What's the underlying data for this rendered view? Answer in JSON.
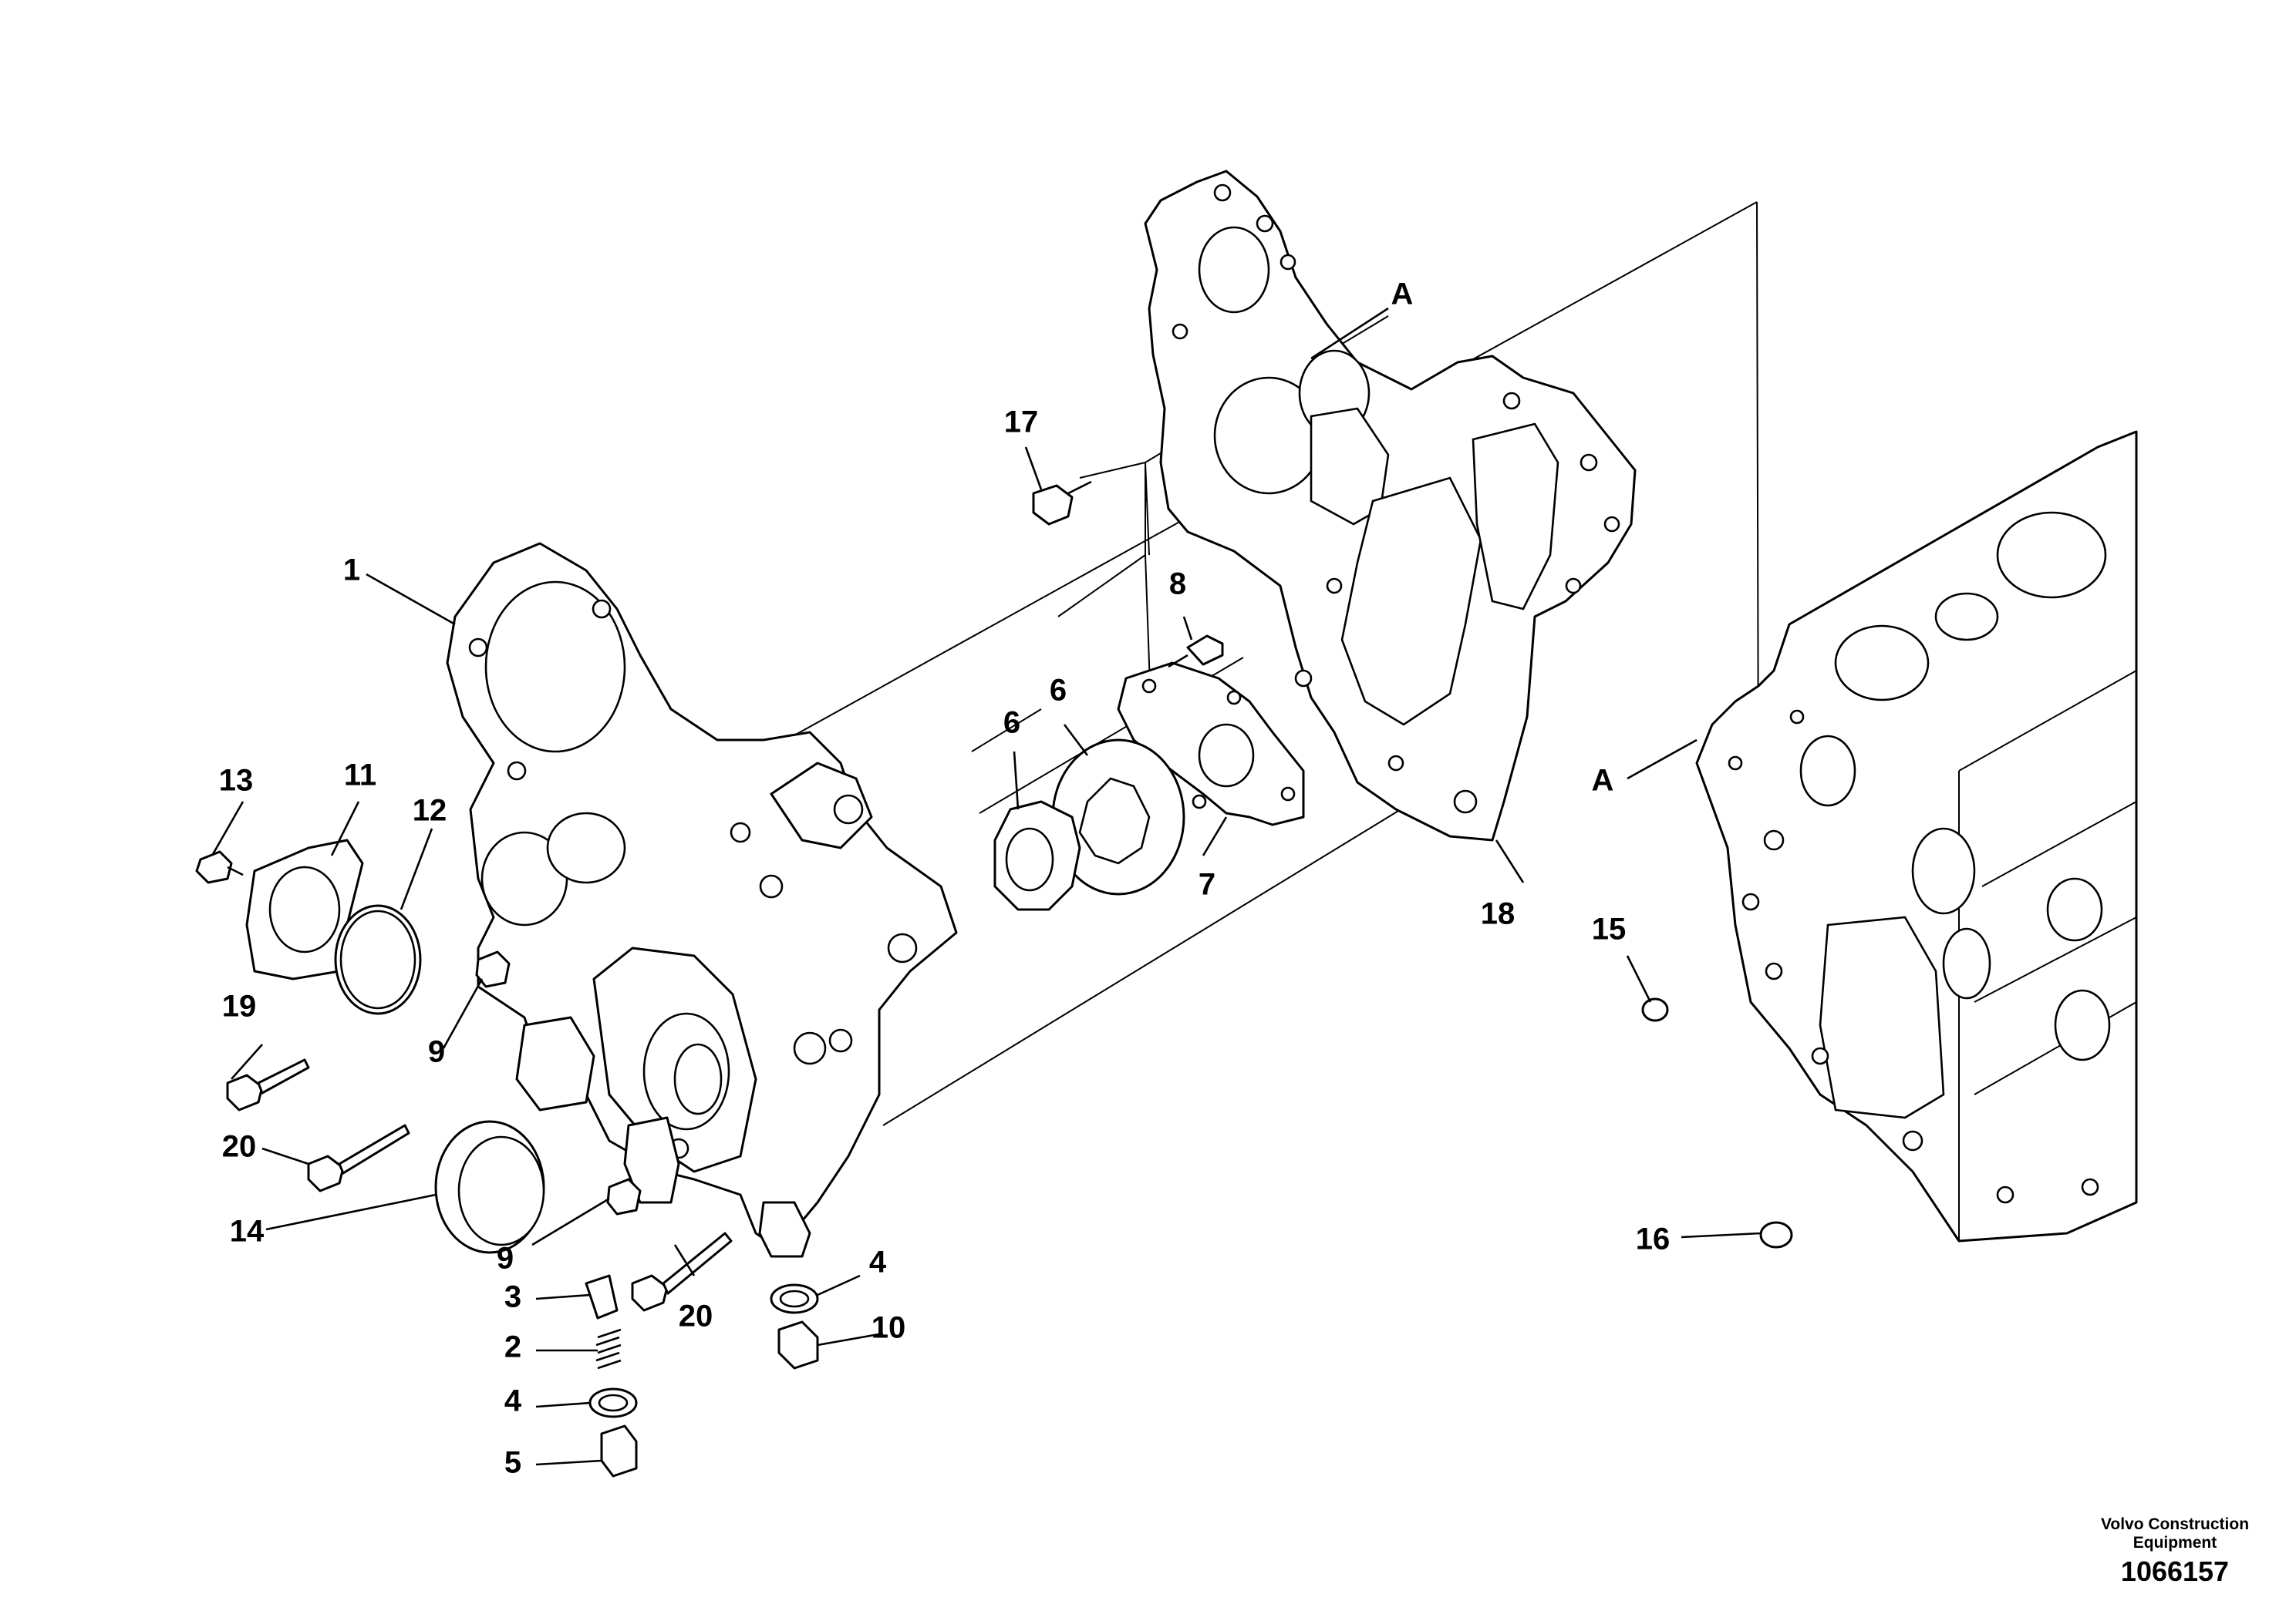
{
  "callouts": {
    "c1": "1",
    "c2": "2",
    "c3": "3",
    "c4a": "4",
    "c4b": "4",
    "c5": "5",
    "c6a": "6",
    "c6b": "6",
    "c7": "7",
    "c8": "8",
    "c9a": "9",
    "c9b": "9",
    "c10": "10",
    "c11": "11",
    "c12": "12",
    "c13": "13",
    "c14": "14",
    "c15": "15",
    "c16": "16",
    "c17": "17",
    "c18": "18",
    "c19": "19",
    "c20a": "20",
    "c20b": "20",
    "cAa": "A",
    "cAb": "A"
  },
  "footer": {
    "brand_line1": "Volvo Construction",
    "brand_line2": "Equipment",
    "drawing_number": "1066157"
  }
}
